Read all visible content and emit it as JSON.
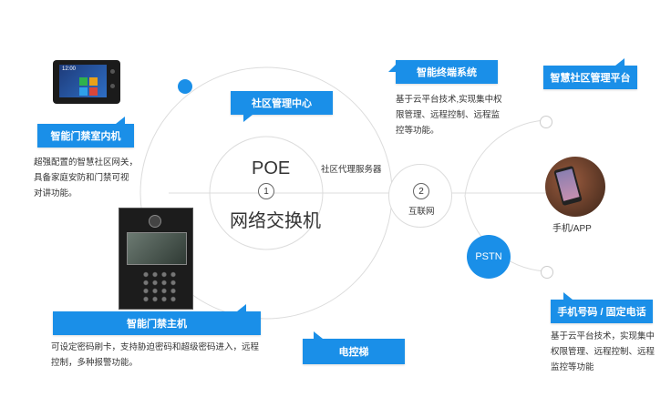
{
  "center": {
    "top_label": "POE",
    "bottom_label": "网络交换机",
    "node1": "1",
    "node2": "2",
    "proxy_label": "社区代理服务器",
    "internet_label": "互联网"
  },
  "tags": {
    "indoor": "智能门禁室内机",
    "mgmt_center": "社区管理中心",
    "terminal": "智能终端系统",
    "platform": "智慧社区管理平台",
    "host": "智能门禁主机",
    "elevator": "电控梯",
    "phone": "手机号码 / 固定电话",
    "pstn": "PSTN"
  },
  "descriptions": {
    "indoor": [
      "超强配置的智慧社区网关，",
      "具备家庭安防和门禁可视",
      "对讲功能。"
    ],
    "terminal": [
      "基于云平台技术,实现集中权",
      "限管理、远程控制、远程监",
      "控等功能。"
    ],
    "host": [
      "可设定密码刷卡，支持胁迫密码和超级密码进入，远程",
      "控制，多种报警功能。"
    ],
    "phone": [
      "基于云平台技术，实现集中",
      "权限管理、远程控制、远程",
      "监控等功能"
    ]
  },
  "app_label": "手机/APP",
  "device_screen": [
    "12:00"
  ],
  "colors": {
    "accent": "#1a8fe8",
    "line": "#d9d9d9"
  }
}
